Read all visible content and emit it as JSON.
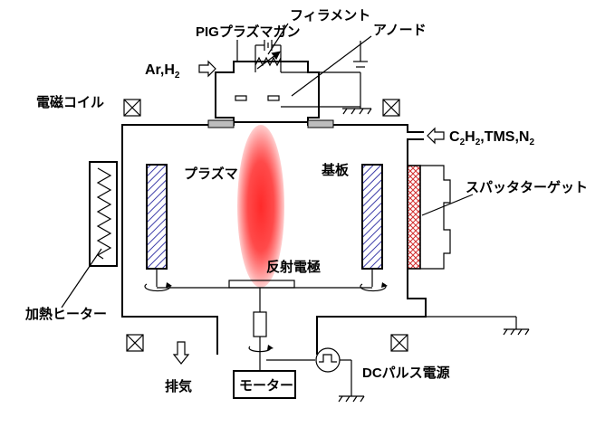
{
  "labels": {
    "pig_magnetron": "PIGプラズマガン",
    "filament": "フィラメント",
    "anode": "アノード",
    "gas_in": {
      "main": "Ar,H",
      "sub": "2"
    },
    "coil": "電磁コイル",
    "process_gas": {
      "prefix": "C",
      "sub1": "2",
      "mid1": "H",
      "sub2": "2",
      "mid2": ",TMS,N",
      "sub3": "2"
    },
    "plasma": "プラズマ",
    "substrate": "基板",
    "sputter_target": "スパッタターゲット",
    "reflector": "反射電極",
    "heater": "加熱ヒーター",
    "exhaust": "排気",
    "motor": "モーター",
    "dc_pulse": "DCパルス電源"
  },
  "colors": {
    "plasma_core": "#ff2a2a",
    "plasma_edge": "#ffd0d0",
    "substrate_hatch": "#3a3aa8",
    "target_hatch": "#d23030"
  }
}
